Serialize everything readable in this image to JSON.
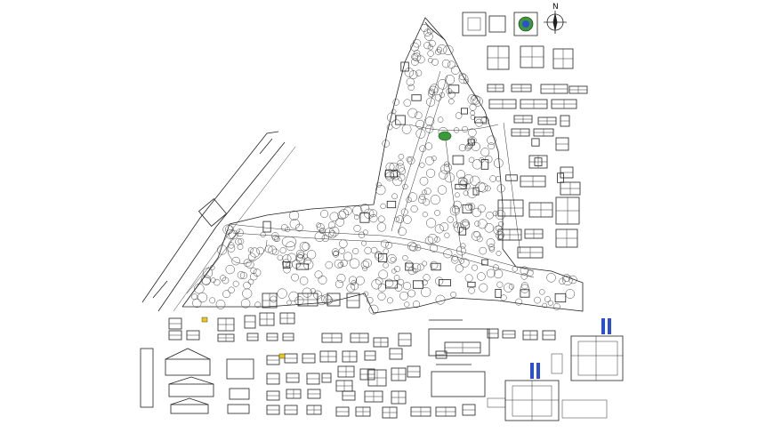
{
  "sheet": {
    "north_label": "N"
  },
  "colors": {
    "background": "#ffffff",
    "linework": "#222222",
    "accent_green": "#3a9a3a",
    "accent_blue": "#2c4fd6",
    "accent_yellow": "#e8c81a"
  },
  "icons": {
    "north_arrow": "compass-rose-icon",
    "site_plan": "site-plan-drawing",
    "detail_sheets": "detail-drawing-blocks"
  }
}
